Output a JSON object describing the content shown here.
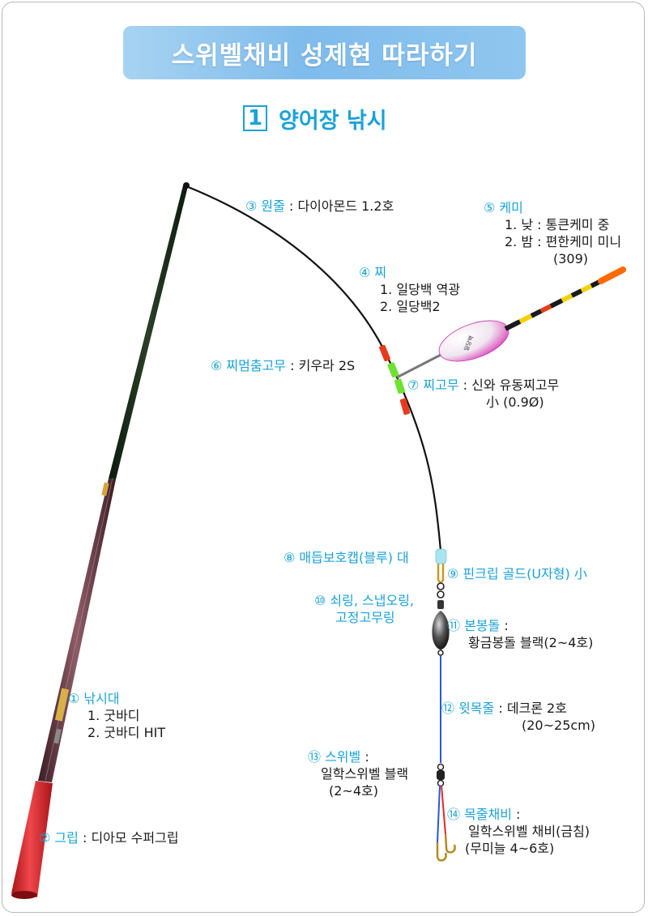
{
  "title": "스위벨채비 성제현 따라하기",
  "subtitle": {
    "number": "1",
    "text": "양어장 낚시"
  },
  "colors": {
    "accent": "#1ba2d6",
    "banner": "#8fc6ef",
    "grip": "#e2262c",
    "float_tip": "#ff6a00",
    "line_blue": "#2a56d8",
    "line_red": "#e02828"
  },
  "labels": {
    "l1": {
      "head": "① 낚시대",
      "sep": "",
      "value": "",
      "lines": [
        "1. 굿바디",
        "2. 굿바디 HIT"
      ]
    },
    "l2": {
      "head": "② 그립",
      "sep": " : ",
      "value": "디아모 수퍼그립",
      "lines": []
    },
    "l3": {
      "head": "③ 원줄",
      "sep": " : ",
      "value": "다이아몬드 1.2호",
      "lines": []
    },
    "l4": {
      "head": "④ 찌",
      "sep": "",
      "value": "",
      "lines": [
        "1. 일당백 역광",
        "2. 일당백2"
      ]
    },
    "l5": {
      "head": "⑤ 케미",
      "sep": "",
      "value": "",
      "lines": [
        "1. 낮 : 통큰케미 중",
        "2. 밤 : 편한케미 미니",
        "(309)"
      ]
    },
    "l6": {
      "head": "⑥ 찌멈춤고무",
      "sep": " : ",
      "value": "키우라 2S",
      "lines": []
    },
    "l7": {
      "head": "⑦ 찌고무",
      "sep": " : ",
      "value": "신와 유동찌고무",
      "lines": [
        "小 (0.9Ø)"
      ]
    },
    "l8": {
      "head": "⑧ 매듭보호캡(블루) 대",
      "sep": "",
      "value": "",
      "lines": []
    },
    "l9": {
      "head": "⑨ 핀크립 골드(U자형) 小",
      "sep": "",
      "value": "",
      "lines": []
    },
    "l10": {
      "head": "⑩ 쇠링, 스냅오링,",
      "sep": "",
      "value": "",
      "lines": [
        "고정고무링"
      ]
    },
    "l11": {
      "head": "⑪ 본봉돌",
      "sep": " :",
      "value": "",
      "lines": [
        "황금봉돌 블랙(2~4호)"
      ]
    },
    "l12": {
      "head": "⑫ 윗목줄",
      "sep": " : ",
      "value": "데크론 2호",
      "lines": [
        "(20~25cm)"
      ]
    },
    "l13": {
      "head": "⑬ 스위벨",
      "sep": " :",
      "value": "",
      "lines": [
        "일학스위벨 블랙",
        "(2~4호)"
      ]
    },
    "l14": {
      "head": "⑭ 목줄채비",
      "sep": " :",
      "value": "",
      "lines": [
        "일학스위벨 채비(금침)",
        "(무미늘 4~6호)"
      ]
    }
  }
}
